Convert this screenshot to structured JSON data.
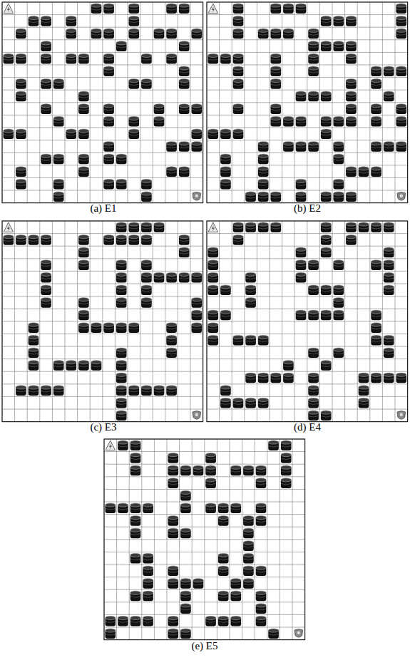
{
  "diagram": {
    "labels": [
      "(a) E1",
      "(b) E2",
      "(c) E3",
      "(d) E4",
      "(e) E5"
    ]
  }
}
